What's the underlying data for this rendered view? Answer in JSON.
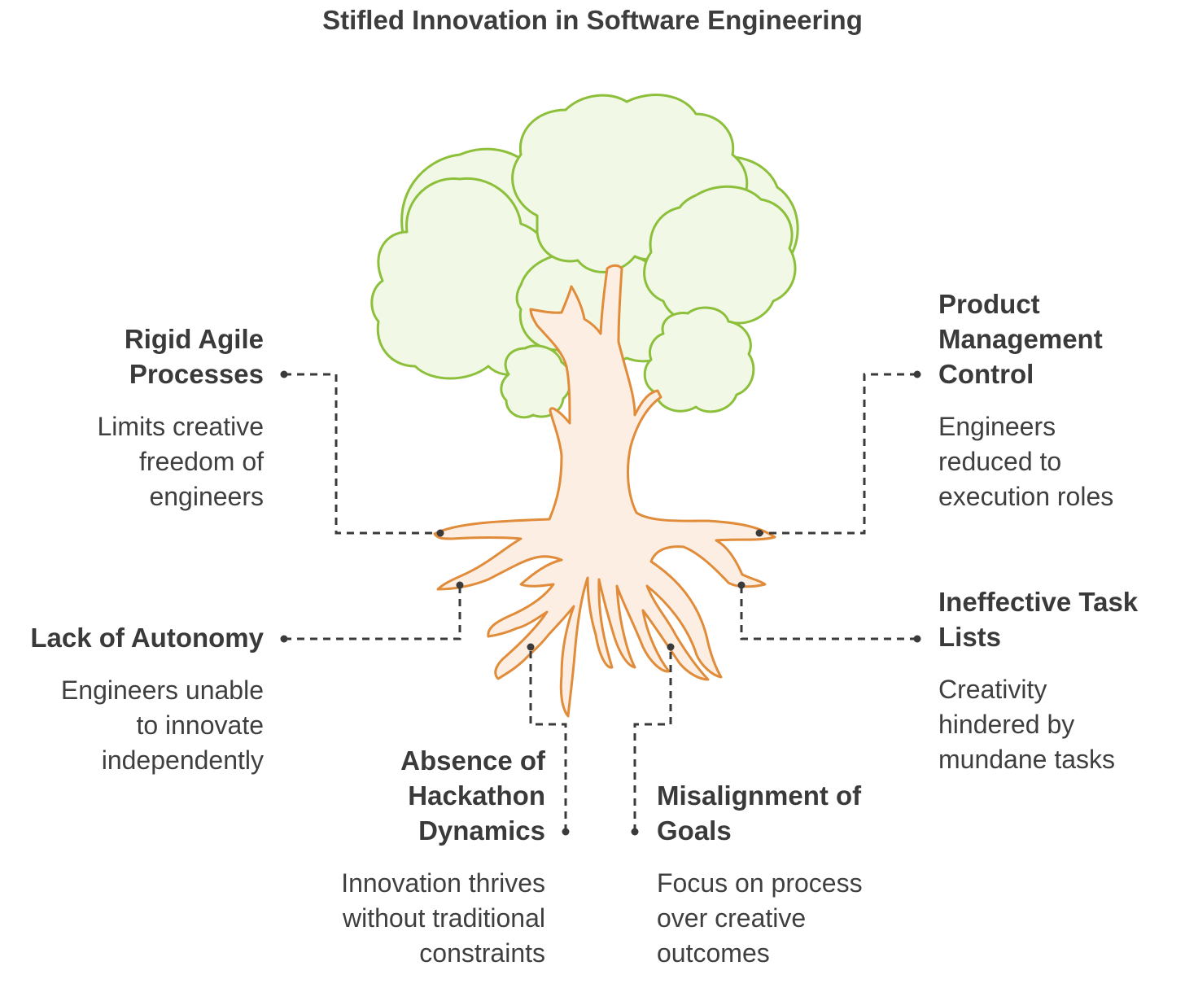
{
  "title": "Stifled Innovation in Software Engineering",
  "colors": {
    "foliage_fill": "#f1f8e6",
    "foliage_stroke": "#8cbf3a",
    "trunk_fill": "#fdeee3",
    "trunk_stroke": "#e08c3a",
    "connector": "#3a3a3a",
    "text": "#3a3a3a"
  },
  "items": {
    "rigid_agile": {
      "title_lines": [
        "Rigid Agile",
        "Processes"
      ],
      "desc_lines": [
        "Limits creative",
        "freedom of",
        "engineers"
      ]
    },
    "product_management": {
      "title_lines": [
        "Product",
        "Management",
        "Control"
      ],
      "desc_lines": [
        "Engineers",
        "reduced to",
        "execution roles"
      ]
    },
    "lack_autonomy": {
      "title_lines": [
        "Lack of Autonomy"
      ],
      "desc_lines": [
        "Engineers unable",
        "to innovate",
        "independently"
      ]
    },
    "ineffective_tasks": {
      "title_lines": [
        "Ineffective Task",
        "Lists"
      ],
      "desc_lines": [
        "Creativity",
        "hindered by",
        "mundane tasks"
      ]
    },
    "hackathon": {
      "title_lines": [
        "Absence of",
        "Hackathon",
        "Dynamics"
      ],
      "desc_lines": [
        "Innovation thrives",
        "without traditional",
        "constraints"
      ]
    },
    "misalignment": {
      "title_lines": [
        "Misalignment of",
        "Goals"
      ],
      "desc_lines": [
        "Focus on process",
        "over creative",
        "outcomes"
      ]
    }
  }
}
